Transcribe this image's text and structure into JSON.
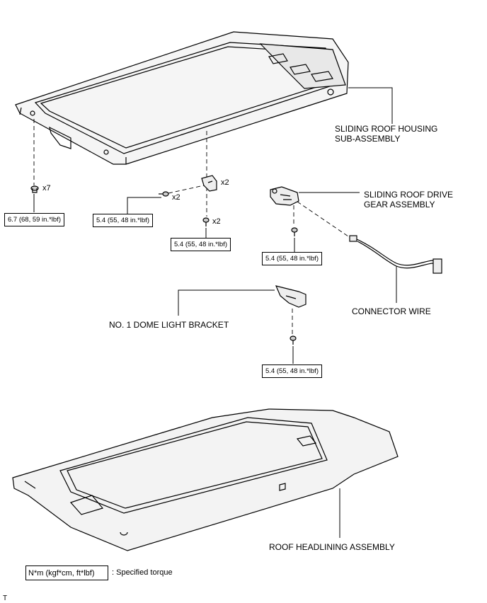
{
  "labels": {
    "sliding_roof_housing_line1": "SLIDING ROOF HOUSING",
    "sliding_roof_housing_line2": "SUB-ASSEMBLY",
    "drive_gear_line1": "SLIDING ROOF DRIVE",
    "drive_gear_line2": "GEAR ASSEMBLY",
    "connector_wire": "CONNECTOR WIRE",
    "dome_light_bracket": "NO. 1 DOME LIGHT BRACKET",
    "roof_headlining": "ROOF HEADLINING ASSEMBLY"
  },
  "quantities": {
    "clip_x7": "x7",
    "bolt_left_x2": "x2",
    "bracket_x2": "x2",
    "bolt_lower_x2": "x2"
  },
  "torques": {
    "housing_bolts": "6.7 (68, 59 in.*lbf)",
    "side_bolt": "5.4 (55, 48 in.*lbf)",
    "lower_bolt": "5.4 (55, 48 in.*lbf)",
    "drive_gear_bolt": "5.4 (55, 48 in.*lbf)",
    "dome_bracket_bolt": "5.4 (55, 48 in.*lbf)"
  },
  "legend": {
    "unit": "N*m (kgf*cm, ft*lbf)",
    "description": ": Specified torque"
  },
  "corner_mark": "T"
}
